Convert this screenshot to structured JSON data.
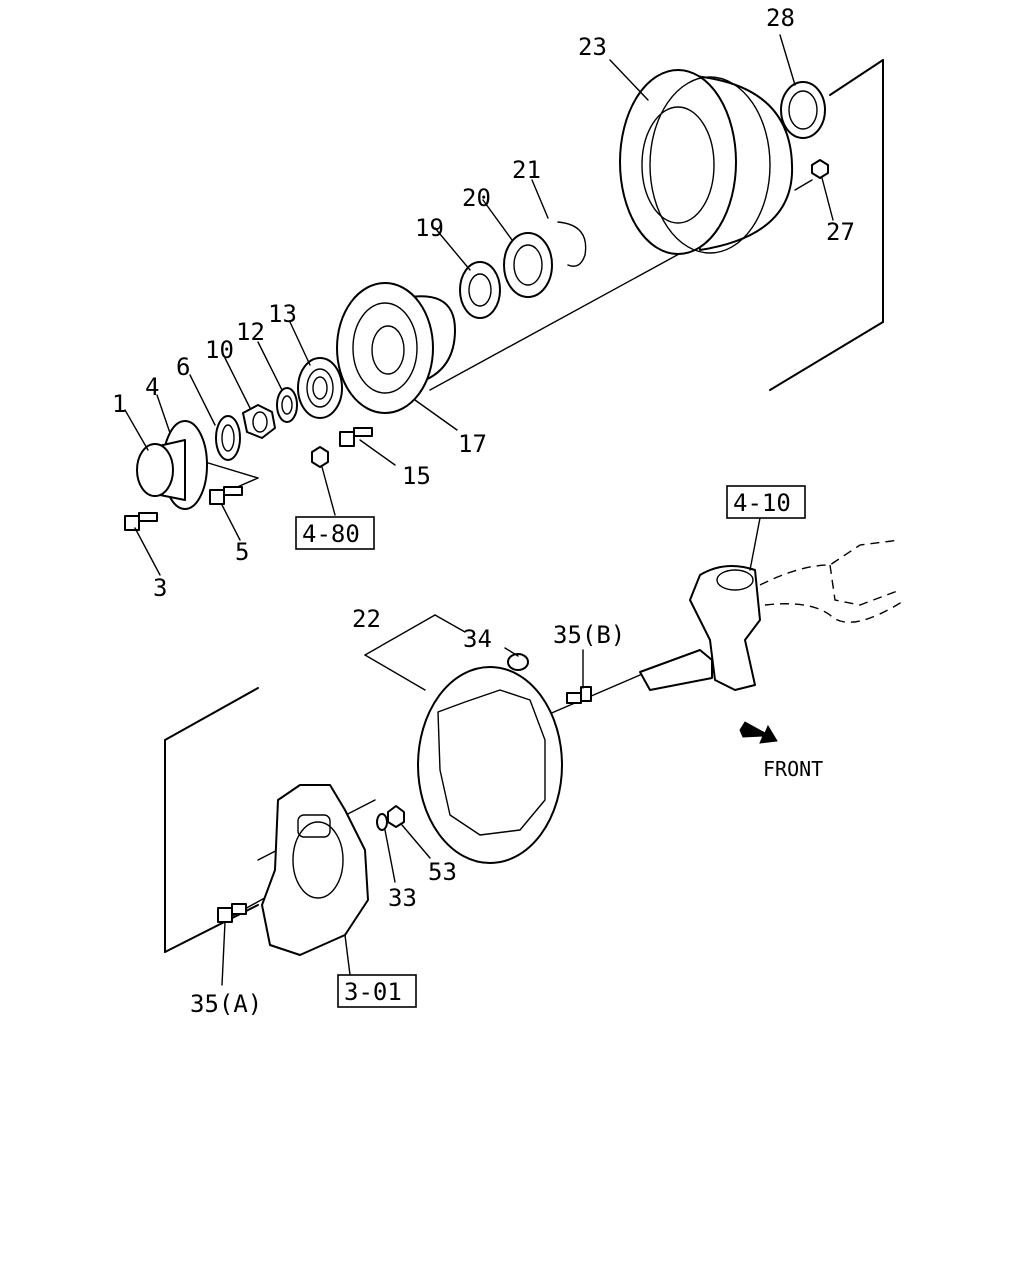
{
  "labels": {
    "p1": "1",
    "p3": "3",
    "p4": "4",
    "p5": "5",
    "p6": "6",
    "p10": "10",
    "p12": "12",
    "p13": "13",
    "p15": "15",
    "p17": "17",
    "p19": "19",
    "p20": "20",
    "p21": "21",
    "p22": "22",
    "p23": "23",
    "p27": "27",
    "p28": "28",
    "p33": "33",
    "p34": "34",
    "p35a": "35(A)",
    "p35b": "35(B)",
    "p53": "53"
  },
  "refs": {
    "r480": "4-80",
    "r410": "4-10",
    "r301": "3-01"
  },
  "front": "FRONT"
}
